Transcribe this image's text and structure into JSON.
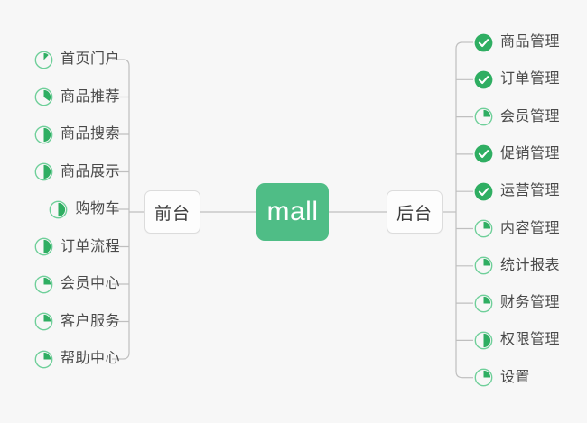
{
  "theme": {
    "background": "#f7f7f7",
    "accent_green": "#4FBD86",
    "icon_green": "#2fae62",
    "icon_ring": "#6ecf99",
    "line_color": "#bfbfbf",
    "box_border": "#dcdcdc",
    "text_color": "#4a4a4a"
  },
  "root": {
    "label": "mall"
  },
  "branches": [
    {
      "id": "frontend",
      "label": "前台",
      "side": "left",
      "items": [
        {
          "label": "首页门户",
          "icon": "pie-progress-icon",
          "progress": 12
        },
        {
          "label": "商品推荐",
          "icon": "pie-progress-icon",
          "progress": 35
        },
        {
          "label": "商品搜索",
          "icon": "pie-progress-icon",
          "progress": 50
        },
        {
          "label": "商品展示",
          "icon": "pie-progress-icon",
          "progress": 50
        },
        {
          "label": "购物车",
          "icon": "pie-progress-icon",
          "progress": 50
        },
        {
          "label": "订单流程",
          "icon": "pie-progress-icon",
          "progress": 50
        },
        {
          "label": "会员中心",
          "icon": "pie-progress-icon",
          "progress": 25
        },
        {
          "label": "客户服务",
          "icon": "pie-progress-icon",
          "progress": 25
        },
        {
          "label": "帮助中心",
          "icon": "pie-progress-icon",
          "progress": 25
        }
      ]
    },
    {
      "id": "backend",
      "label": "后台",
      "side": "right",
      "items": [
        {
          "label": "商品管理",
          "icon": "check-circle-icon",
          "progress": 100
        },
        {
          "label": "订单管理",
          "icon": "check-circle-icon",
          "progress": 100
        },
        {
          "label": "会员管理",
          "icon": "pie-progress-icon",
          "progress": 25
        },
        {
          "label": "促销管理",
          "icon": "check-circle-icon",
          "progress": 100
        },
        {
          "label": "运营管理",
          "icon": "check-circle-icon",
          "progress": 100
        },
        {
          "label": "内容管理",
          "icon": "pie-progress-icon",
          "progress": 25
        },
        {
          "label": "统计报表",
          "icon": "pie-progress-icon",
          "progress": 25
        },
        {
          "label": "财务管理",
          "icon": "pie-progress-icon",
          "progress": 25
        },
        {
          "label": "权限管理",
          "icon": "pie-progress-icon",
          "progress": 50
        },
        {
          "label": "设置",
          "icon": "pie-progress-icon",
          "progress": 25
        }
      ]
    }
  ]
}
